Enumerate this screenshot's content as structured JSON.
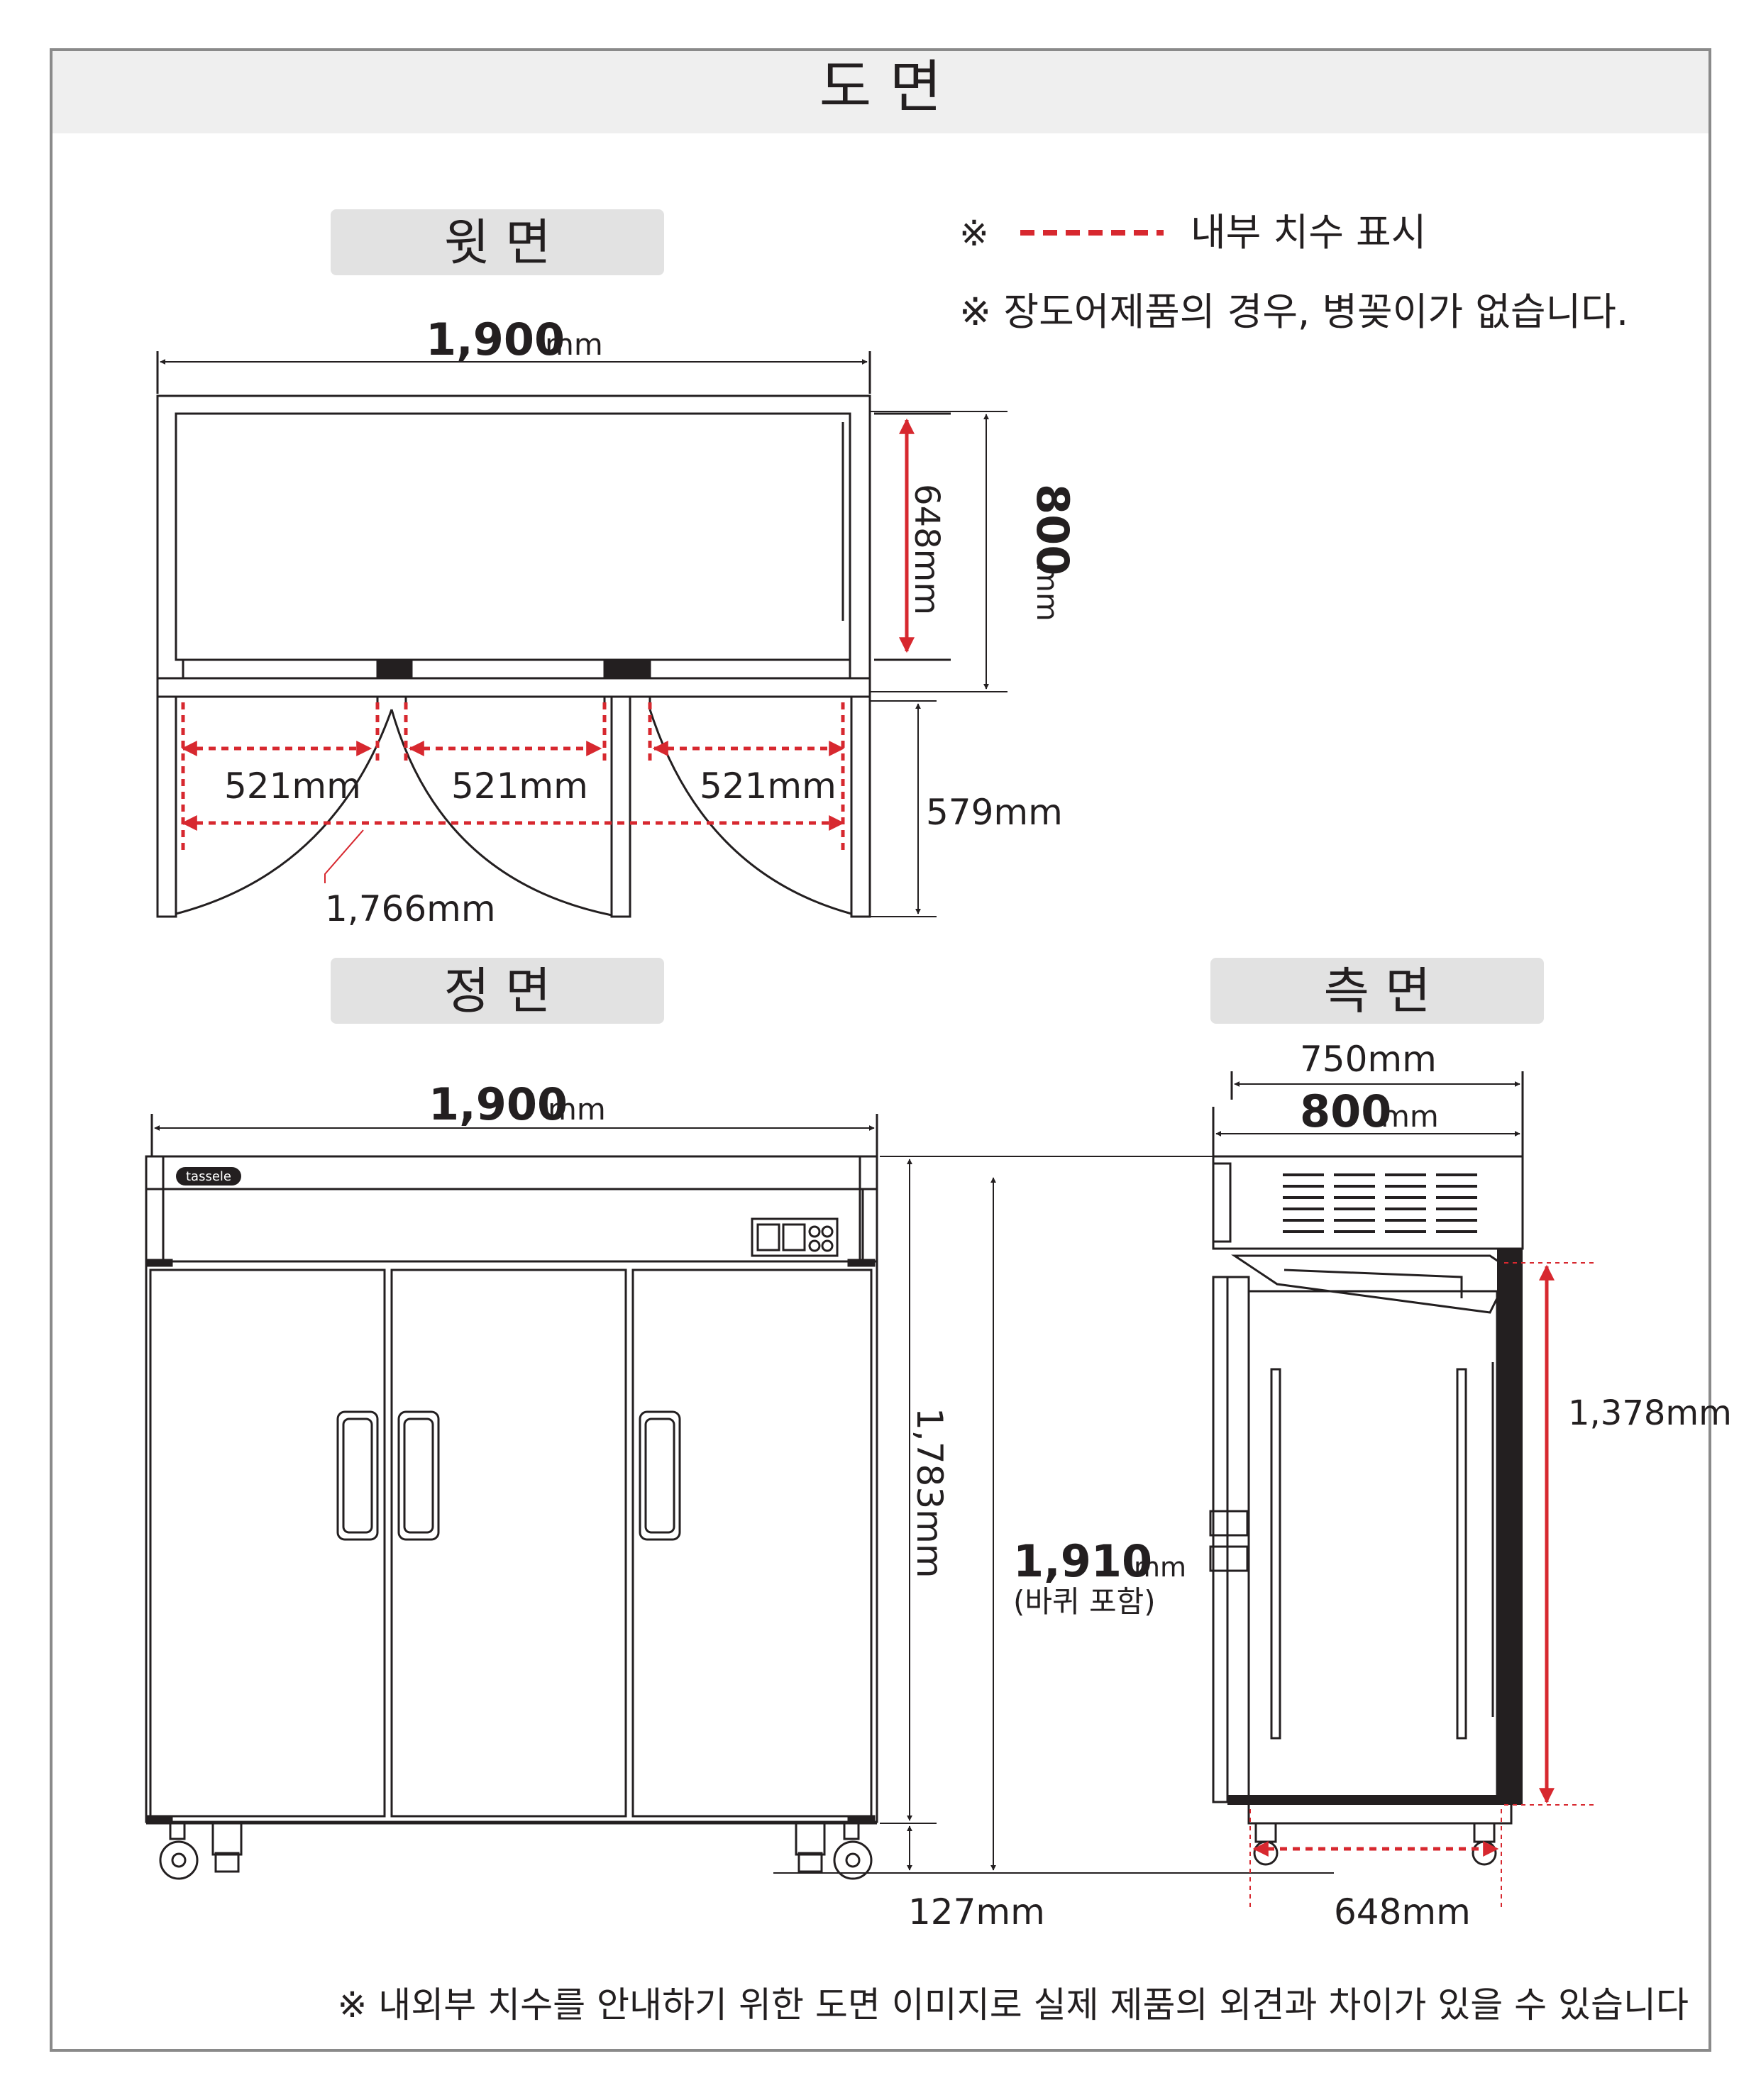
{
  "title": "도 면",
  "legend": {
    "mark": "※",
    "line_label": "내부 치수 표시",
    "note": "※ 장도어제품의 경우, 병꽂이가 없습니다.",
    "line_color": "#d7282f"
  },
  "views": {
    "top": "윗 면",
    "front": "정 면",
    "side": "측 면"
  },
  "dims": {
    "top_width": "1,900",
    "top_depth": "800",
    "top_inner_depth": "648mm",
    "door_inner_1": "521mm",
    "door_inner_2": "521mm",
    "door_inner_3": "521mm",
    "inner_width": "1,766mm",
    "door_swing": "579mm",
    "front_width": "1,900",
    "front_body_height": "1,783mm",
    "total_height": "1,910",
    "total_height_note": "(바퀴 포함)",
    "caster_height": "127mm",
    "side_depth_1": "750mm",
    "side_depth_2": "800",
    "side_inner_height": "1,378mm",
    "side_inner_depth": "648mm",
    "unit": "mm"
  },
  "brand": "tassele",
  "footnote": "※ 내외부 치수를 안내하기 위한 도면 이미지로 실제 제품의 외견과 차이가 있을 수 있습니다",
  "colors": {
    "frame": "#8a8a8a",
    "header_bg": "#efefef",
    "label_bg": "#e2e2e2",
    "ink": "#231f20",
    "red": "#d7282f"
  }
}
